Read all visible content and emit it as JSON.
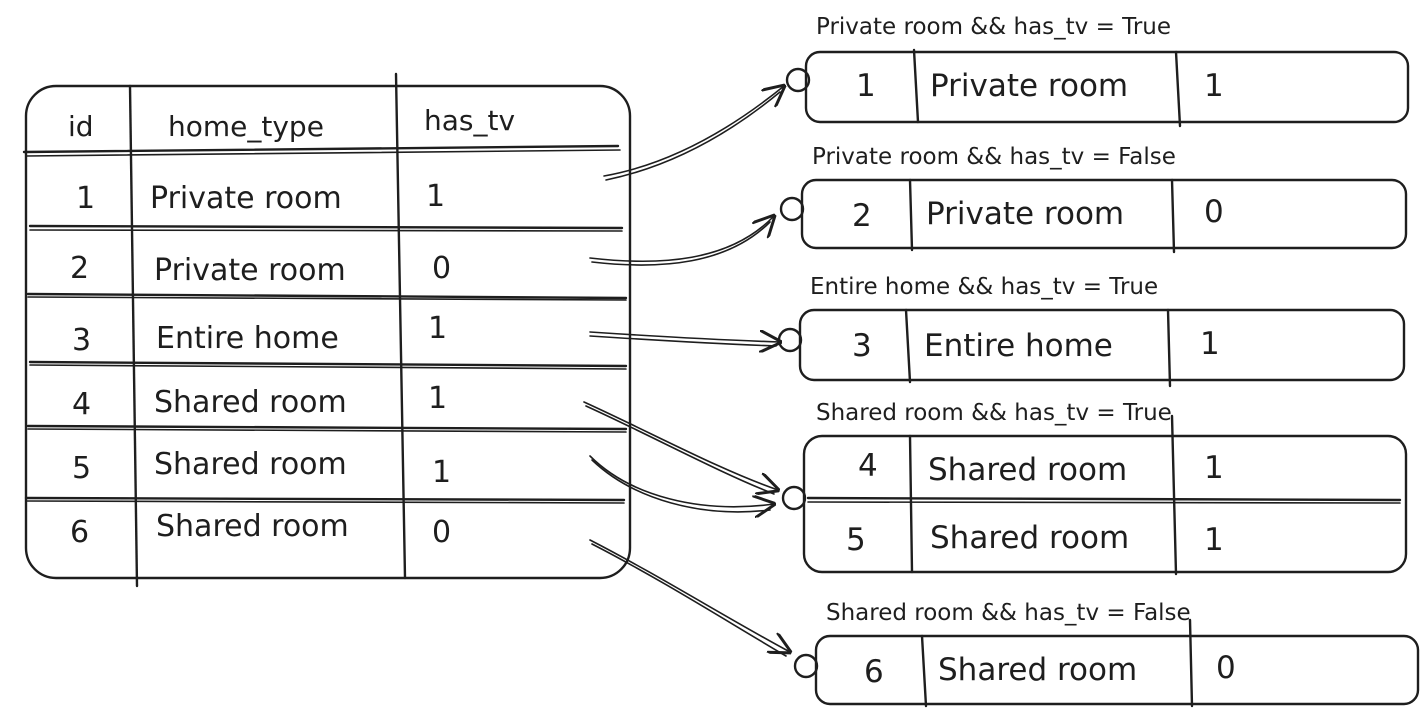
{
  "source_table": {
    "headers": [
      "id",
      "home_type",
      "has_tv"
    ],
    "rows": [
      [
        "1",
        "Private room",
        "1"
      ],
      [
        "2",
        "Private room",
        "0"
      ],
      [
        "3",
        "Entire home",
        "1"
      ],
      [
        "4",
        "Shared room",
        "1"
      ],
      [
        "5",
        "Shared room",
        "1"
      ],
      [
        "6",
        "Shared room",
        "0"
      ]
    ]
  },
  "groups": [
    {
      "caption": "Private room && has_tv = True",
      "rows": [
        [
          "1",
          "Private room",
          "1"
        ]
      ]
    },
    {
      "caption": "Private room && has_tv = False",
      "rows": [
        [
          "2",
          "Private room",
          "0"
        ]
      ]
    },
    {
      "caption": "Entire home && has_tv = True",
      "rows": [
        [
          "3",
          "Entire home",
          "1"
        ]
      ]
    },
    {
      "caption": "Shared room && has_tv = True",
      "rows": [
        [
          "4",
          "Shared room",
          "1"
        ],
        [
          "5",
          "Shared room",
          "1"
        ]
      ]
    },
    {
      "caption": "Shared room && has_tv = False",
      "rows": [
        [
          "6",
          "Shared room",
          "0"
        ]
      ]
    }
  ],
  "links": [
    {
      "from_row": 0,
      "to_group": 0
    },
    {
      "from_row": 1,
      "to_group": 1
    },
    {
      "from_row": 2,
      "to_group": 2
    },
    {
      "from_row": 3,
      "to_group": 3
    },
    {
      "from_row": 4,
      "to_group": 3
    },
    {
      "from_row": 5,
      "to_group": 4
    }
  ],
  "colors": {
    "ink": "#1e1e1e",
    "background": "#ffffff"
  }
}
